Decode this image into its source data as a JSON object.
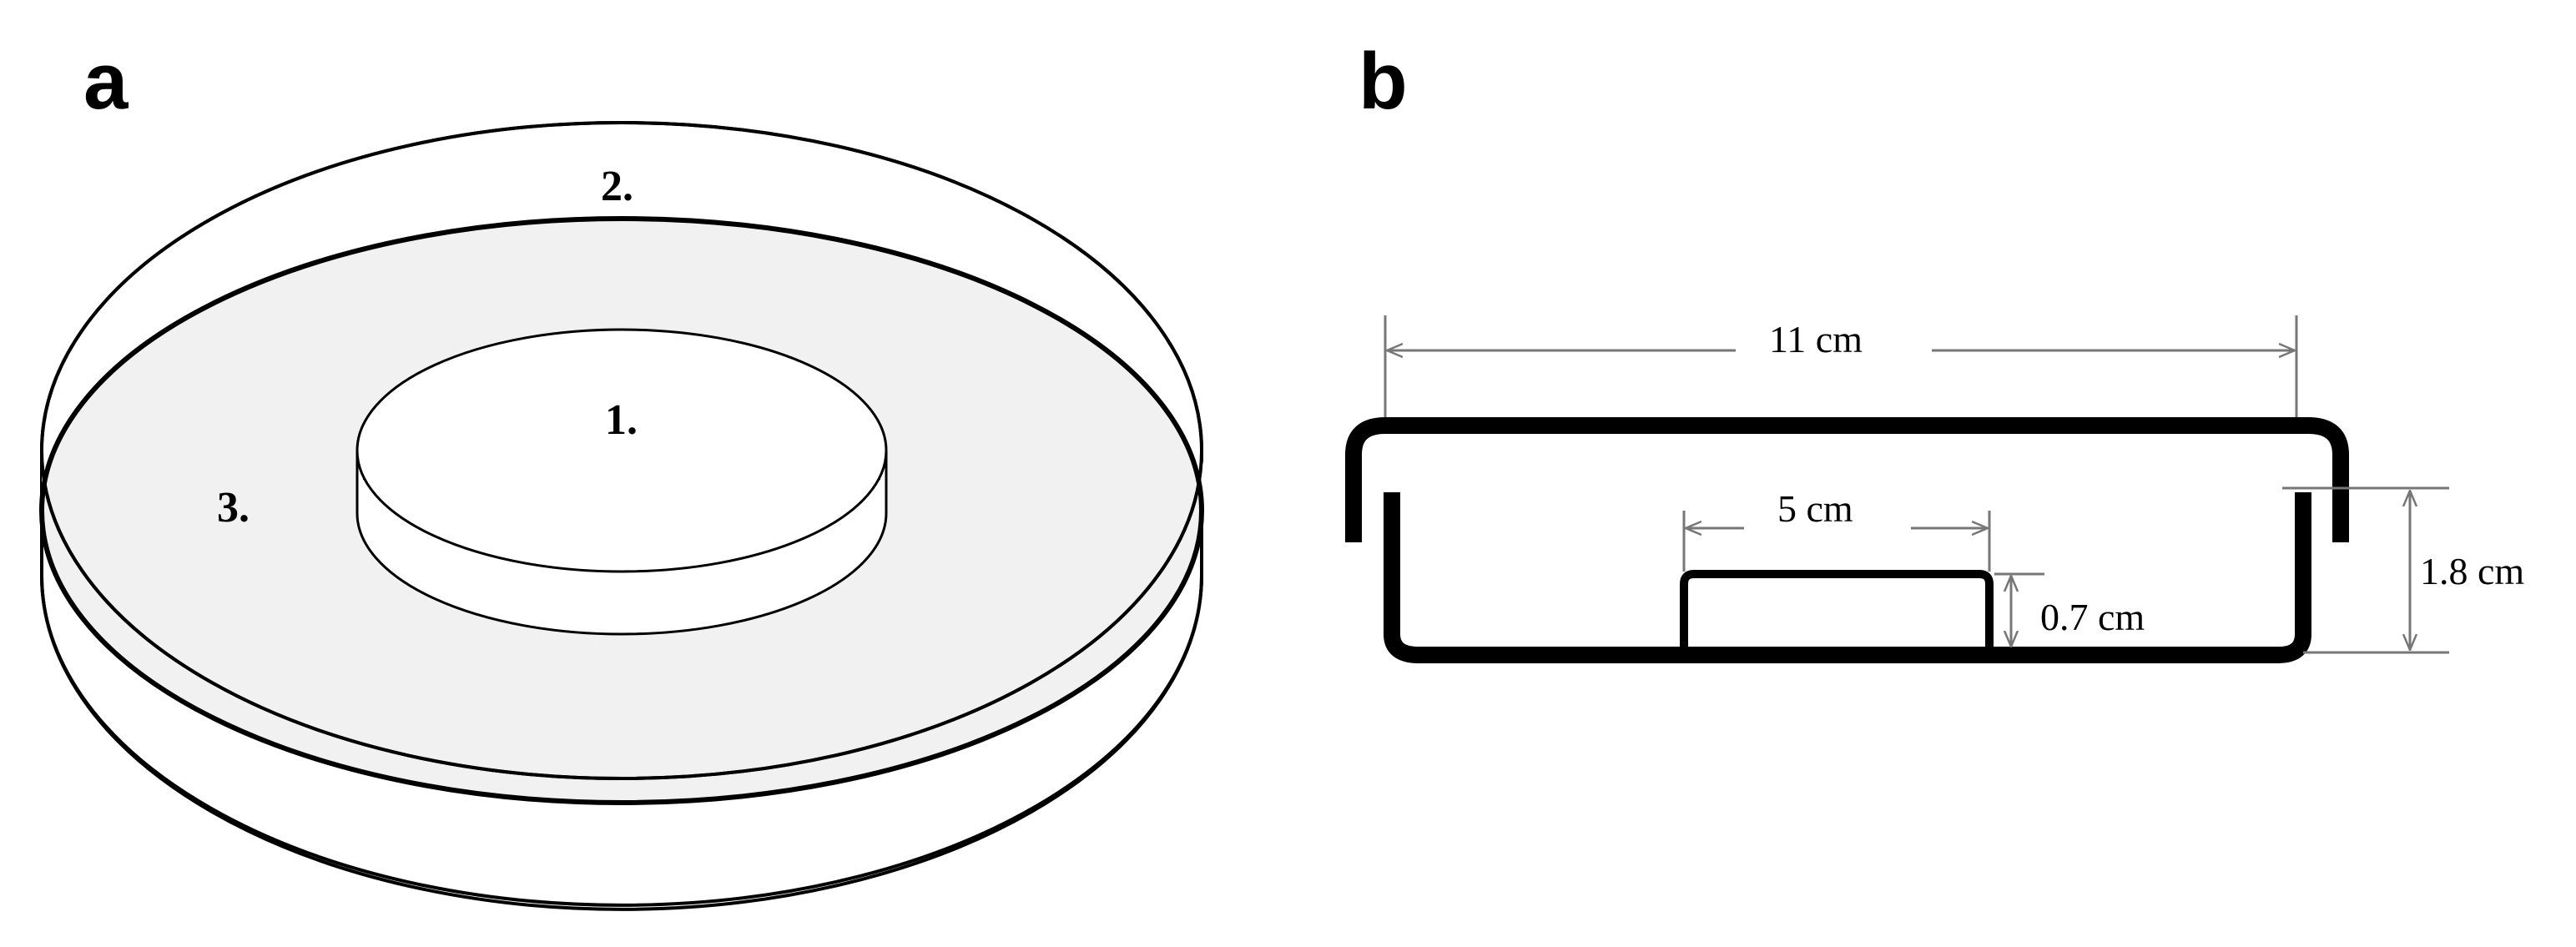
{
  "figure": {
    "panel_a": {
      "letter": "a",
      "labels": {
        "inner_dish": "1.",
        "outer_rim": "2.",
        "outer_area": "3."
      }
    },
    "panel_b": {
      "letter": "b",
      "dimensions": {
        "outer_width": "11 cm",
        "inner_width": "5 cm",
        "inner_height": "0.7 cm",
        "outer_height": "1.8 cm"
      }
    },
    "colors": {
      "stroke": "#000000",
      "fill_shaded": "#f1f1f1",
      "dim_line": "#777777"
    }
  }
}
